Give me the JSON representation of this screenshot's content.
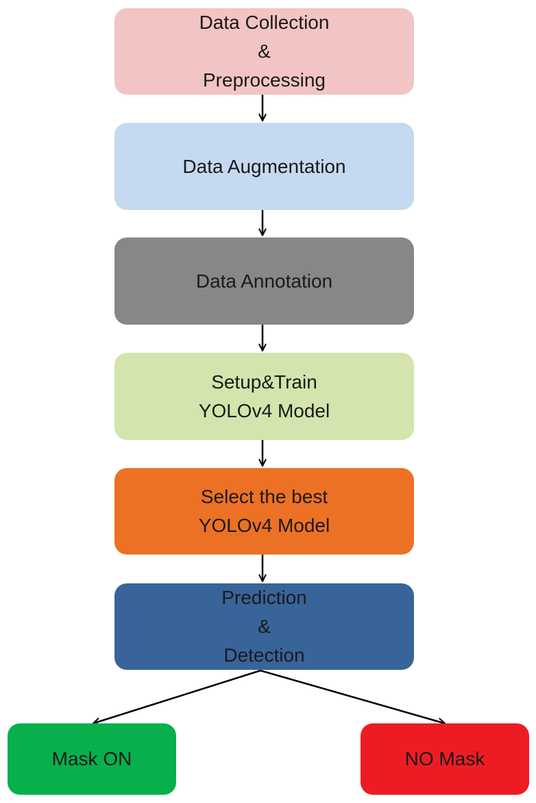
{
  "flowchart": {
    "steps": [
      {
        "id": "data-collection",
        "label": "Data Collection\n&\nPreprocessing",
        "color": "#f2c4c4"
      },
      {
        "id": "data-augmentation",
        "label": "Data Augmentation",
        "color": "#c5d9f0"
      },
      {
        "id": "data-annotation",
        "label": "Data Annotation",
        "color": "#878787"
      },
      {
        "id": "setup-train",
        "label": "Setup&Train\nYOLOv4 Model",
        "color": "#d3e5ac"
      },
      {
        "id": "select-best",
        "label": "Select the best\nYOLOv4 Model",
        "color": "#ec7125"
      },
      {
        "id": "prediction-detection",
        "label": "Prediction\n&\nDetection",
        "color": "#386499"
      }
    ],
    "outcomes": [
      {
        "id": "mask-on",
        "label": "Mask ON",
        "color": "#07b04c"
      },
      {
        "id": "no-mask",
        "label": "NO Mask",
        "color": "#ed1c24"
      }
    ],
    "arrow_color": "#000000"
  }
}
